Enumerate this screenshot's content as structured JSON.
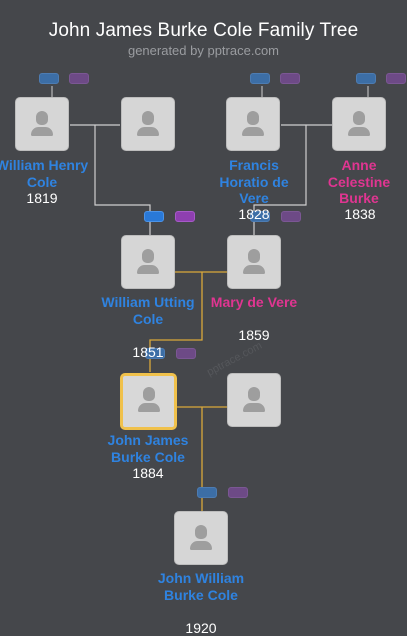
{
  "header": {
    "title": "John James Burke Cole Family Tree",
    "subtitle": "generated by pptrace.com"
  },
  "watermark": "pptrace.com",
  "colors": {
    "background": "#45474b",
    "male_name": "#2f83e0",
    "female_name": "#e03591",
    "focus_border": "#f0c14b",
    "descent_line": "#d9a83a",
    "link_line": "#cfcfcf"
  },
  "people": {
    "william_henry": {
      "name": "William Henry Cole",
      "year": "1819"
    },
    "spouse_1": {
      "name": "",
      "year": ""
    },
    "francis": {
      "name": "Francis Horatio de Vere",
      "year": "1828"
    },
    "anne": {
      "name": "Anne Celestine Burke",
      "year": "1838"
    },
    "william_utting": {
      "name": "William Utting Cole",
      "year": "1851"
    },
    "mary": {
      "name": "Mary de Vere",
      "year": "1859"
    },
    "john_james": {
      "name": "John James Burke Cole",
      "year": "1884"
    },
    "spouse_2": {
      "name": "",
      "year": ""
    },
    "john_william": {
      "name": "John William Burke Cole",
      "year": "1920"
    }
  },
  "icons": {
    "person": "person-silhouette-icon",
    "male_toggle": "blue-toggle-icon",
    "female_toggle": "purple-toggle-icon"
  }
}
